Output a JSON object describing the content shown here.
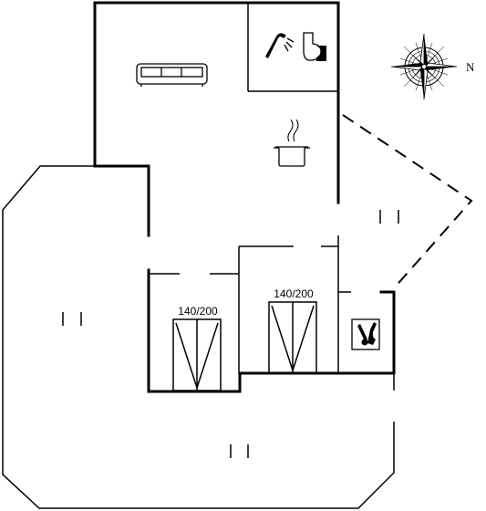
{
  "compass": {
    "north_label": "N"
  },
  "rooms": {
    "bedroom_left": {
      "bed_label": "140/200"
    },
    "bedroom_right": {
      "bed_label": "140/200"
    }
  },
  "icons": [
    "sofa-icon",
    "shower-icon",
    "toilet-icon",
    "cooking-pot-icon",
    "sauna-icon",
    "compass-rose-icon",
    "window-marker-icon",
    "bed-icon"
  ]
}
